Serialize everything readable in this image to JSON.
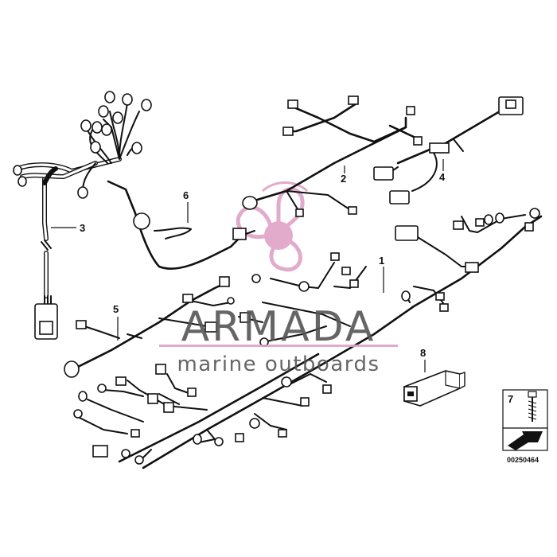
{
  "diagram": {
    "callouts": [
      {
        "id": "1"
      },
      {
        "id": "2"
      },
      {
        "id": "3"
      },
      {
        "id": "4"
      },
      {
        "id": "5"
      },
      {
        "id": "6"
      },
      {
        "id": "7"
      },
      {
        "id": "8"
      }
    ],
    "reference_number": "00250464"
  },
  "watermark": {
    "brand": "ARMADA",
    "tagline": "marine outboards",
    "logo_color": "#e0a2c6",
    "text_color": "#555555"
  }
}
